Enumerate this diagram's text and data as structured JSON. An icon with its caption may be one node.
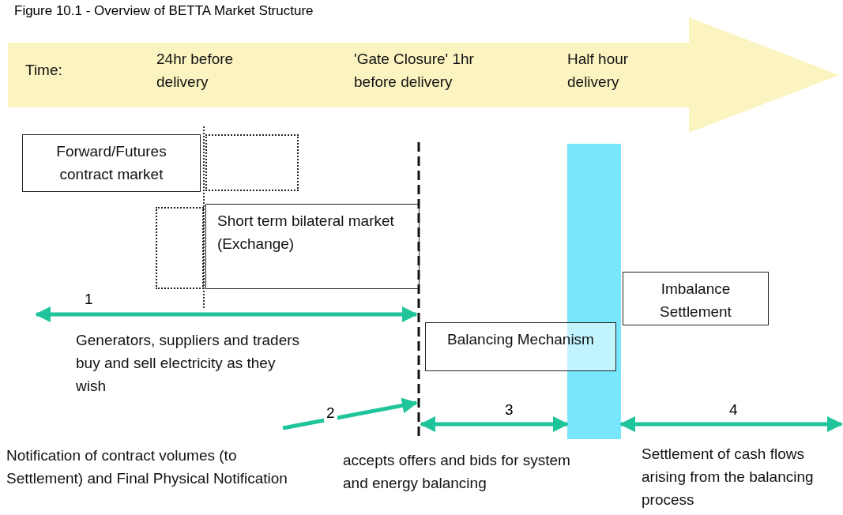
{
  "diagram": {
    "title": "Figure 10.1 - Overview of BETTA Market Structure",
    "nodes": [
      {
        "text": [
          "Time:",
          "24hr before delivery",
          "'Gate Closure' 1hr before delivery",
          "Half hour delivery"
        ]
      },
      {
        "text": [
          "Forward/Futures contract market"
        ]
      },
      {
        "text": [],
        "shape": "box"
      },
      {
        "text": [],
        "shape": "box"
      },
      {
        "text": [
          "Short term bilateral market (Exchange)"
        ]
      },
      {
        "text": [],
        "shape": "line"
      },
      {
        "text": [],
        "shape": "bar"
      },
      {
        "text": [
          "Imbalance Settlement"
        ]
      },
      {
        "text": [
          "Balancing Mechanism"
        ]
      }
    ],
    "edges": [
      {
        "from": null,
        "to": 5,
        "arrow": "both",
        "label": "1"
      },
      {
        "from": null,
        "to": 5,
        "arrow": "to",
        "label": "2"
      },
      {
        "from": 5,
        "to": 6,
        "arrow": "both",
        "label": "3"
      },
      {
        "from": 6,
        "to": null,
        "arrow": "both",
        "label": "4"
      }
    ],
    "labels": [
      "Generators, suppliers and traders buy and sell electricity as they wish",
      "Notification of contract volumes (to Settlement) and Final Physical Notification",
      "accepts offers and bids for system and energy balancing",
      "Settlement of cash flows arising from the balancing process"
    ]
  }
}
